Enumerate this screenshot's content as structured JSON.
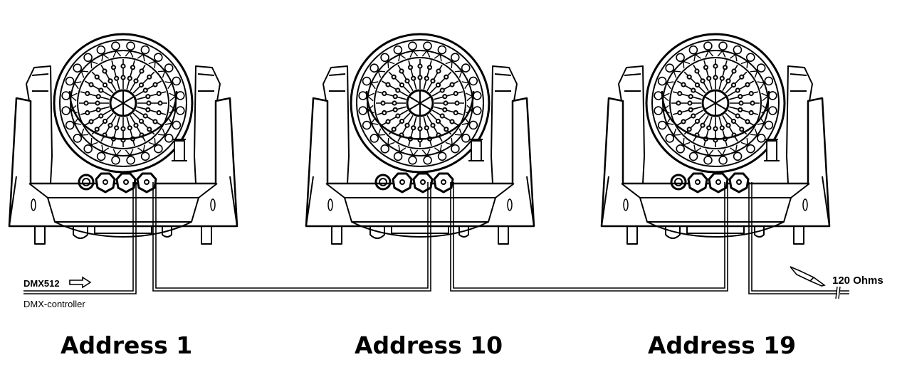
{
  "input": {
    "signal_label": "DMX512",
    "controller_label": "DMX-controller"
  },
  "terminator": {
    "label": "120 Ohms"
  },
  "fixtures": [
    {
      "address": "Address 1"
    },
    {
      "address": "Address 10"
    },
    {
      "address": "Address 19"
    }
  ]
}
